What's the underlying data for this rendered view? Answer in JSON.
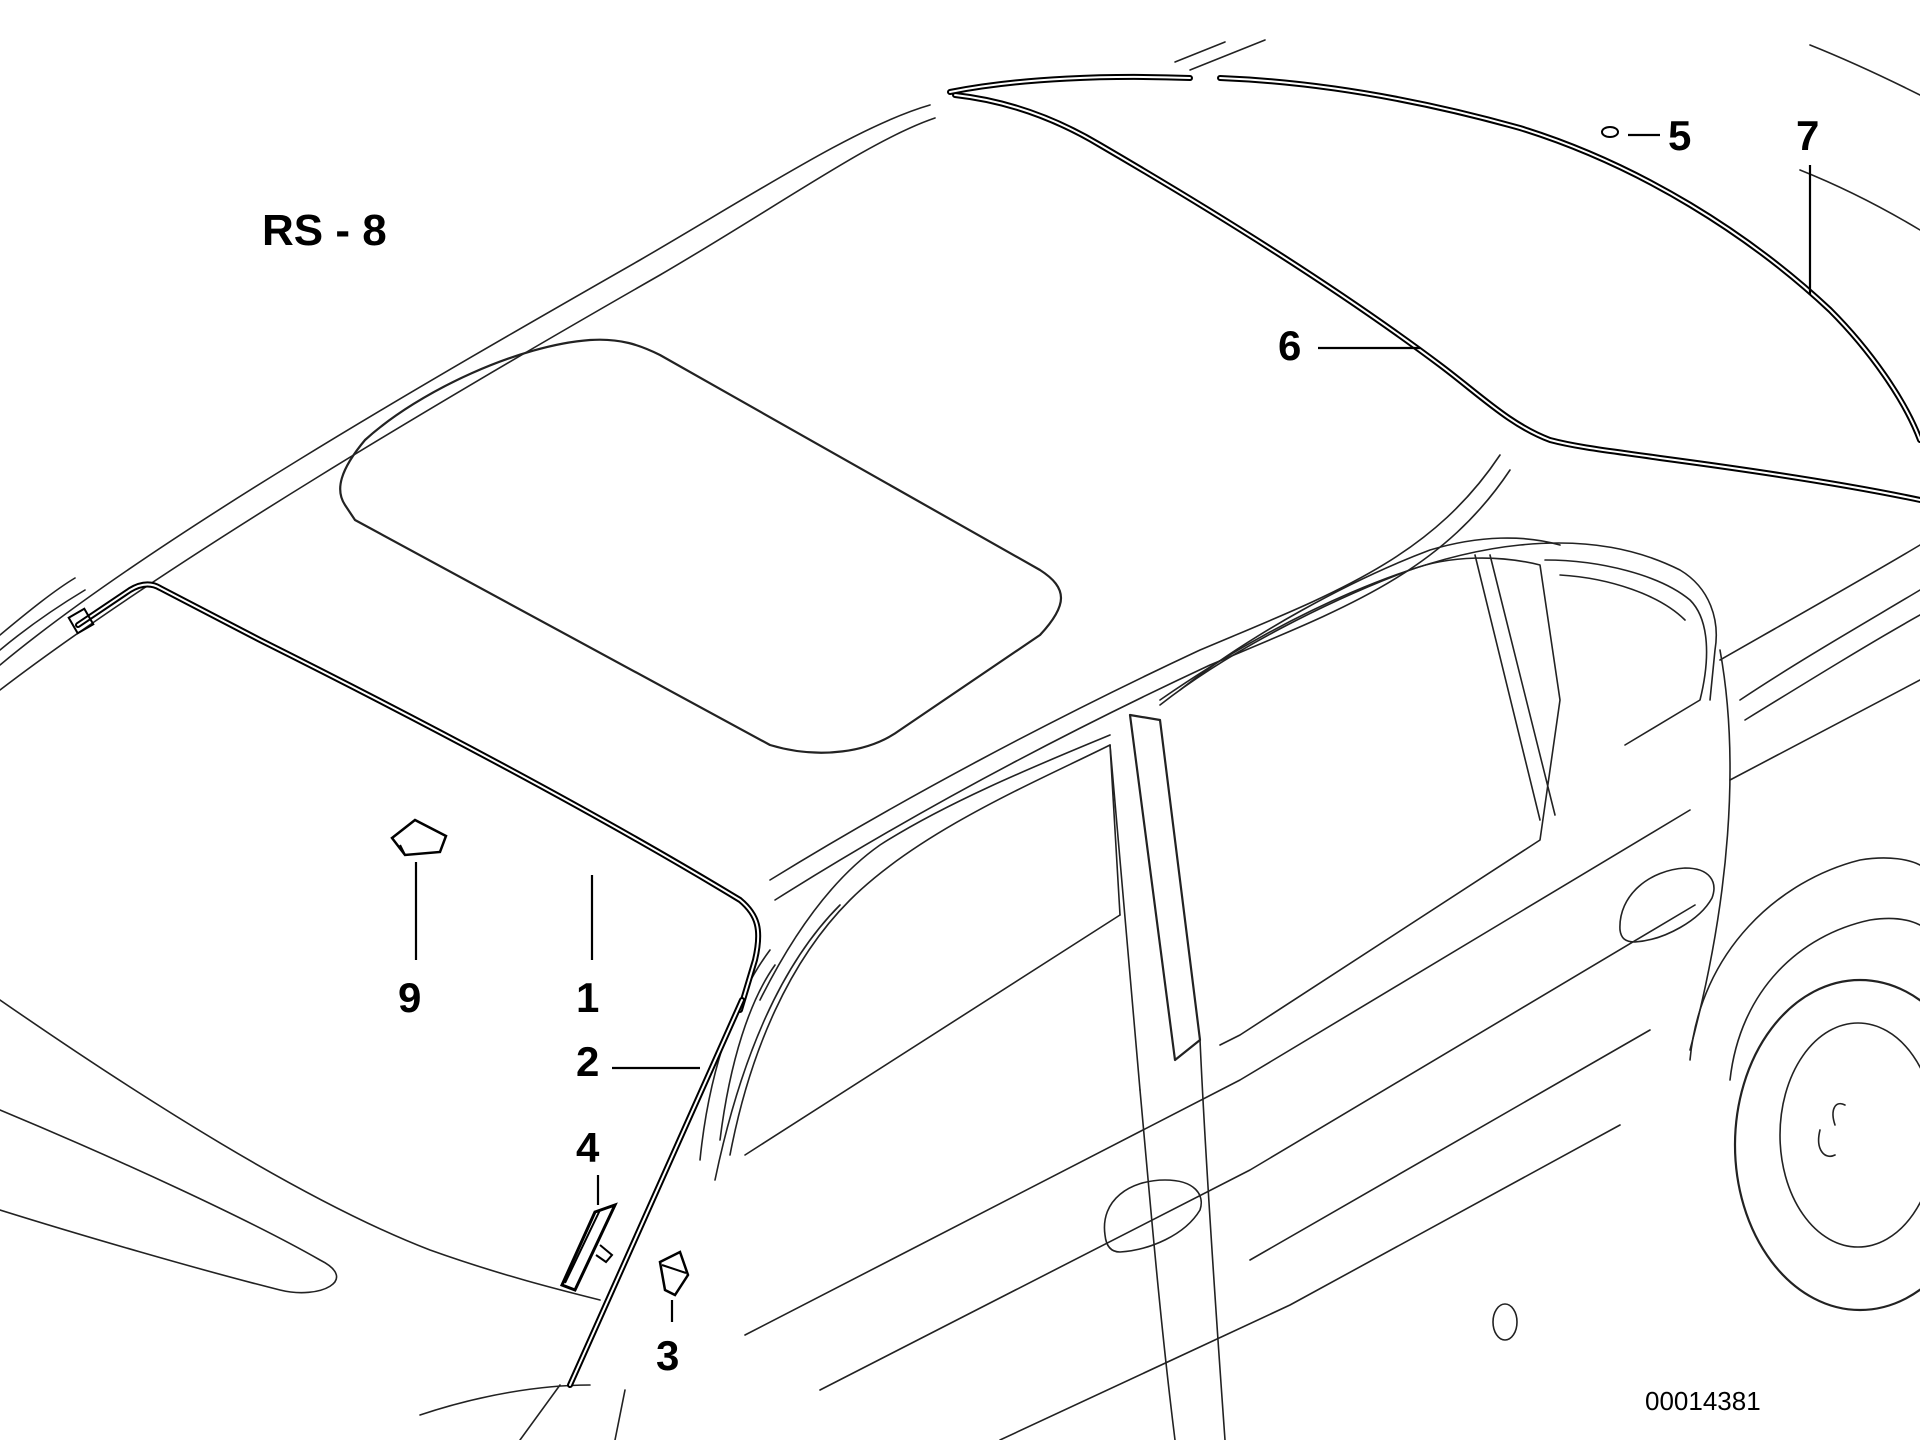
{
  "diagram": {
    "title": "RS - 8",
    "reference_number": "00014381",
    "callouts": [
      {
        "id": "1",
        "label": "1"
      },
      {
        "id": "2",
        "label": "2"
      },
      {
        "id": "3",
        "label": "3"
      },
      {
        "id": "4",
        "label": "4"
      },
      {
        "id": "5",
        "label": "5"
      },
      {
        "id": "6",
        "label": "6"
      },
      {
        "id": "7",
        "label": "7"
      },
      {
        "id": "9",
        "label": "9"
      }
    ]
  }
}
